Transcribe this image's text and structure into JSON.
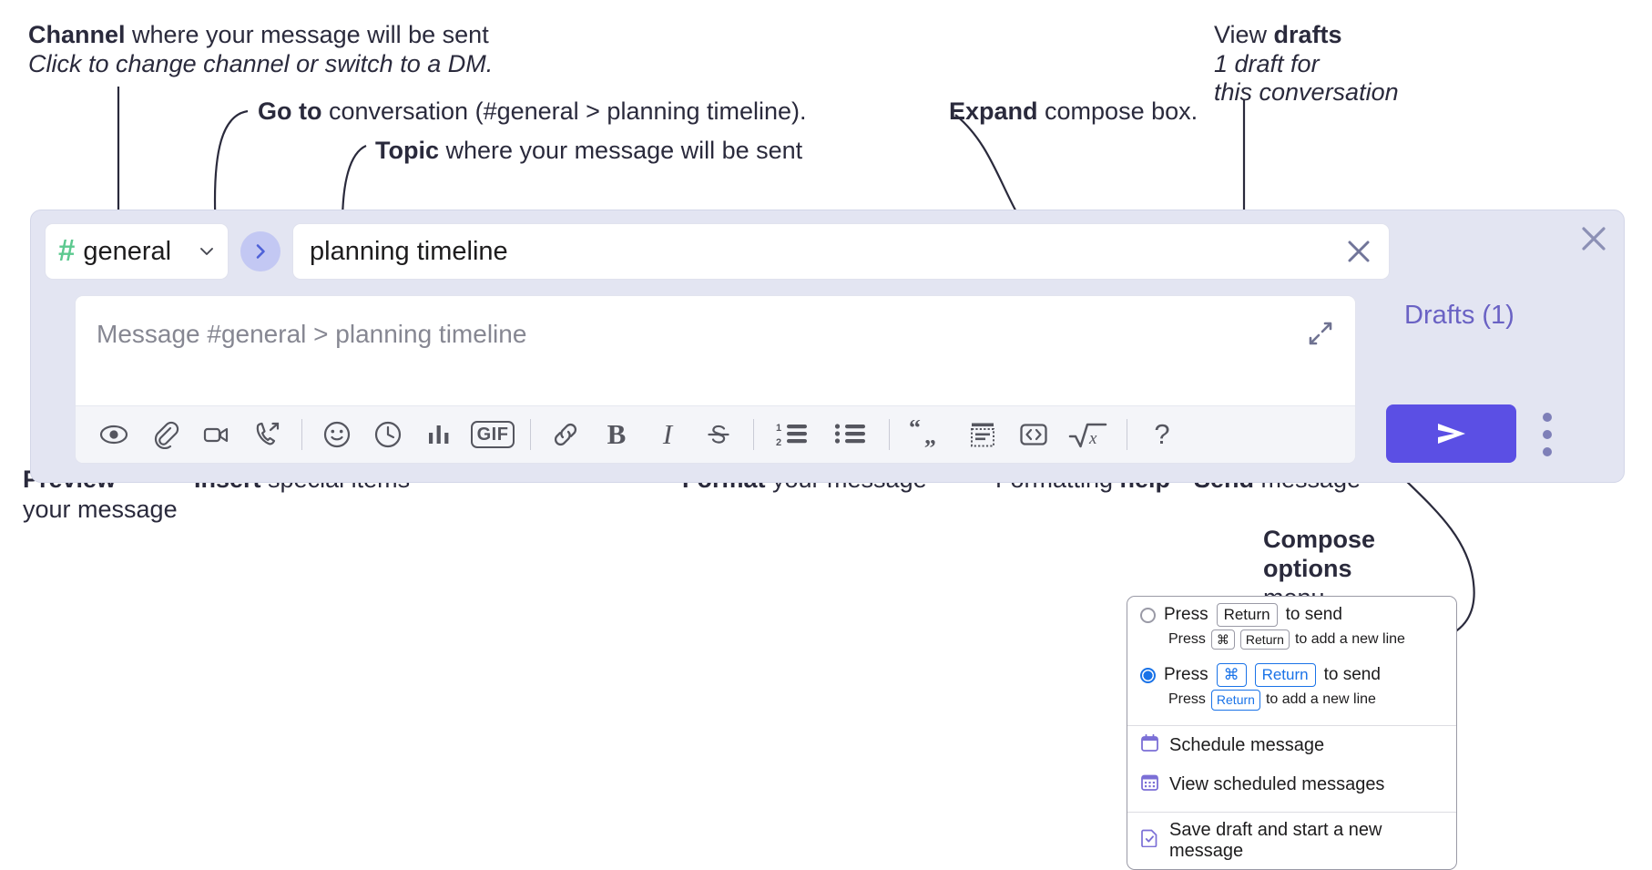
{
  "annotations": {
    "channel": {
      "bold": "Channel",
      "rest": " where your message will be sent",
      "sub": "Click to change channel or switch to a DM."
    },
    "goto": {
      "bold": "Go to",
      "rest": " conversation (#general > planning timeline)."
    },
    "topic": {
      "bold": "Topic",
      "rest": " where your message will be sent"
    },
    "expand": {
      "bold": "Expand",
      "rest": " compose box."
    },
    "drafts": {
      "bold": "drafts",
      "pre": "View ",
      "sub1": "1 draft for",
      "sub2": "this conversation"
    },
    "preview": {
      "bold": "Preview",
      "sub": "your message"
    },
    "insert": {
      "bold": "Insert",
      "rest": " special items"
    },
    "format": {
      "bold": "Format",
      "rest": " your message"
    },
    "help": {
      "pre": "Formatting ",
      "bold": "help"
    },
    "send": {
      "bold": "Send",
      "rest": " message"
    },
    "compose_options": {
      "line1": "Compose",
      "line2": "options",
      "line3": "menu"
    }
  },
  "compose": {
    "channel_name": "general",
    "hash_symbol": "#",
    "topic_value": "planning timeline",
    "message_placeholder": "Message #general > planning timeline",
    "drafts_label": "Drafts (1)"
  },
  "toolbar": {
    "items": [
      {
        "name": "preview-icon",
        "label": "Preview"
      },
      {
        "name": "attachment-icon",
        "label": "Attach file"
      },
      {
        "name": "video-camera-icon",
        "label": "Record video clip"
      },
      {
        "name": "phone-forward-icon",
        "label": "Audio clip"
      },
      {
        "name": "emoji-icon",
        "label": "Emoji"
      },
      {
        "name": "clock-icon",
        "label": "Reminder"
      },
      {
        "name": "poll-icon",
        "label": "Poll"
      },
      {
        "name": "gif-icon",
        "label": "GIF"
      },
      {
        "name": "link-icon",
        "label": "Link"
      },
      {
        "name": "bold-icon",
        "label": "B"
      },
      {
        "name": "italic-icon",
        "label": "I"
      },
      {
        "name": "strikethrough-icon",
        "label": "S"
      },
      {
        "name": "ordered-list-icon",
        "label": "Ordered list"
      },
      {
        "name": "bulleted-list-icon",
        "label": "Bulleted list"
      },
      {
        "name": "blockquote-icon",
        "label": "Blockquote"
      },
      {
        "name": "code-block-icon",
        "label": "Code block"
      },
      {
        "name": "code-icon",
        "label": "Code"
      },
      {
        "name": "math-icon",
        "label": "Math"
      },
      {
        "name": "help-icon",
        "label": "?"
      }
    ]
  },
  "kbmenu": {
    "option1": {
      "pre": "Press",
      "key": "Return",
      "post": "to send",
      "sub_pre": "Press",
      "sub_key1": "⌘",
      "sub_key2": "Return",
      "sub_post": "to add a new line",
      "selected": false
    },
    "option2": {
      "pre": "Press",
      "key1": "⌘",
      "key2": "Return",
      "post": "to send",
      "sub_pre": "Press",
      "sub_key": "Return",
      "sub_post": "to add a new line",
      "selected": true
    },
    "items": [
      {
        "icon": "calendar-icon",
        "label": "Schedule message"
      },
      {
        "icon": "calendar-grid-icon",
        "label": "View scheduled messages"
      },
      {
        "icon": "save-draft-icon",
        "label": "Save draft and start a new message"
      }
    ]
  },
  "colors": {
    "accent_purple": "#5b4fe4",
    "panel_bg": "#e3e5f2",
    "hash_green": "#5cc98f",
    "drafts_text": "#6a62c4",
    "radio_blue": "#1a73e8"
  }
}
